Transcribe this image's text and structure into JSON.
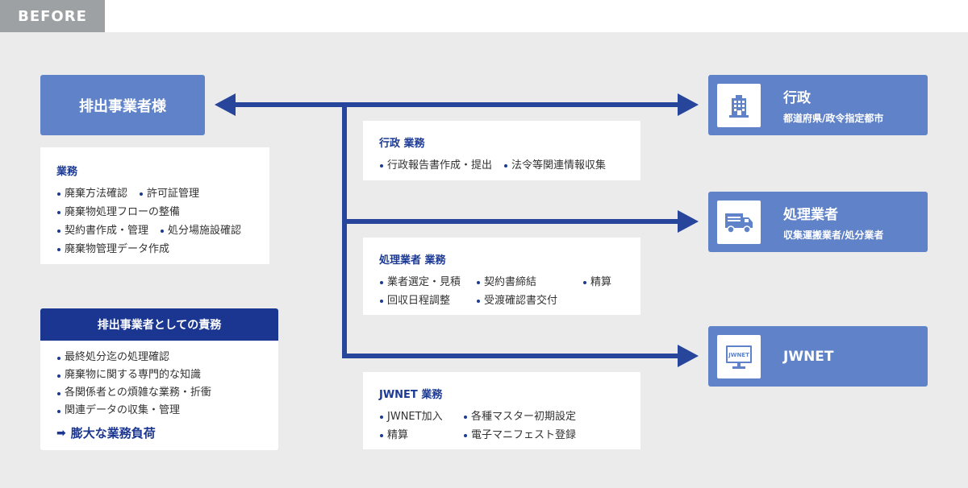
{
  "tag": "BEFORE",
  "actor": "排出事業者様",
  "duties": {
    "title": "業務",
    "rows": [
      [
        "廃棄方法確認",
        "許可証管理"
      ],
      [
        "廃棄物処理フローの整備"
      ],
      [
        "契約書作成・管理",
        "処分場施設確認"
      ],
      [
        "廃棄物管理データ作成"
      ]
    ]
  },
  "responsibility": {
    "title": "排出事業者としての責務",
    "items": [
      "最終処分迄の処理確認",
      "廃棄物に関する専門的な知識",
      "各関係者との煩雑な業務・折衝",
      "関連データの収集・管理"
    ],
    "result": "膨大な業務負荷"
  },
  "gov_tasks": {
    "title": "行政 業務",
    "rows": [
      [
        "行政報告書作成・提出",
        "法令等関連情報収集"
      ]
    ]
  },
  "proc_tasks": {
    "title": "処理業者 業務",
    "rows": [
      [
        "業者選定・見積",
        "契約書締結",
        "精算"
      ],
      [
        "回収日程調整",
        "受渡確認書交付"
      ]
    ]
  },
  "jw_tasks": {
    "title": "JWNET 業務",
    "rows": [
      [
        "JWNET加入",
        "各種マスター初期設定"
      ],
      [
        "精算",
        "電子マニフェスト登録"
      ]
    ]
  },
  "targets": [
    {
      "title": "行政",
      "subtitle": "都道府県/政令指定都市",
      "icon": "building-icon"
    },
    {
      "title": "処理業者",
      "subtitle": "収集運搬業者/処分業者",
      "icon": "truck-icon"
    },
    {
      "title": "JWNET",
      "subtitle": "",
      "icon": "monitor-icon",
      "icon_text": "JWNET"
    }
  ],
  "colors": {
    "box": "#5f82c8",
    "dark": "#1a3690",
    "arrow": "#27459a",
    "bg": "#ebebeb"
  }
}
